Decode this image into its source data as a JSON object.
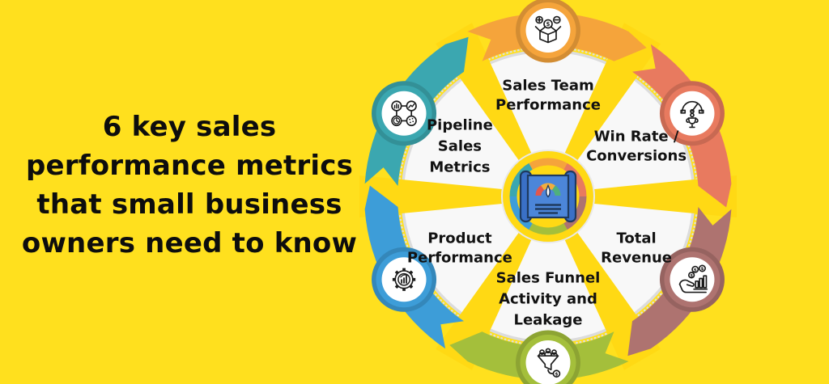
{
  "headline": {
    "lines": [
      "6 key sales",
      "performance metrics",
      "that small business",
      "owners need to know"
    ],
    "full_text": "6 key sales performance metrics that small business owners need to know"
  },
  "colors": {
    "background": "#FFE01E",
    "wheel_yellow": "#FFD914",
    "disc_fill": "#F8F8F8",
    "disc_border": "#DCDCDC",
    "label_text": "#121212",
    "icon_line": "#1c1c1c",
    "center_body_blue": "#4C86D9",
    "center_pillar_blue": "#3A70C6",
    "center_outline": "#1E3A5F",
    "gauge_red": "#E2574C",
    "gauge_yellow": "#F2AE3C",
    "gauge_green": "#4FB07D"
  },
  "wheel": {
    "center_icon": "sales-dashboard-scroll-icon",
    "segments": [
      {
        "label": "Sales Team Performance",
        "label_lines": [
          "Sales Team",
          "Performance"
        ],
        "color": "#F5A43B",
        "icon": "sales-team-box-icon",
        "position": "top"
      },
      {
        "label": "Win Rate / Conversions",
        "label_lines": [
          "Win Rate /",
          "Conversions"
        ],
        "color": "#E87A5F",
        "icon": "gauge-trophy-icon",
        "position": "top-right"
      },
      {
        "label": "Total Revenue",
        "label_lines": [
          "Total",
          "Revenue"
        ],
        "color": "#AE7370",
        "icon": "hand-revenue-icon",
        "position": "bottom-right"
      },
      {
        "label": "Sales Funnel Activity and Leakage",
        "label_lines": [
          "Sales Funnel",
          "Activity and",
          "Leakage"
        ],
        "color": "#A4BF3B",
        "icon": "funnel-money-icon",
        "position": "bottom"
      },
      {
        "label": "Product Performance",
        "label_lines": [
          "Product",
          "Performance"
        ],
        "color": "#3D9DD8",
        "icon": "gear-chart-icon",
        "position": "bottom-left"
      },
      {
        "label": "Pipeline Sales Metrics",
        "label_lines": [
          "Pipeline",
          "Sales",
          "Metrics"
        ],
        "color": "#3BA7B0",
        "icon": "pipeline-charts-icon",
        "position": "top-left"
      }
    ]
  }
}
